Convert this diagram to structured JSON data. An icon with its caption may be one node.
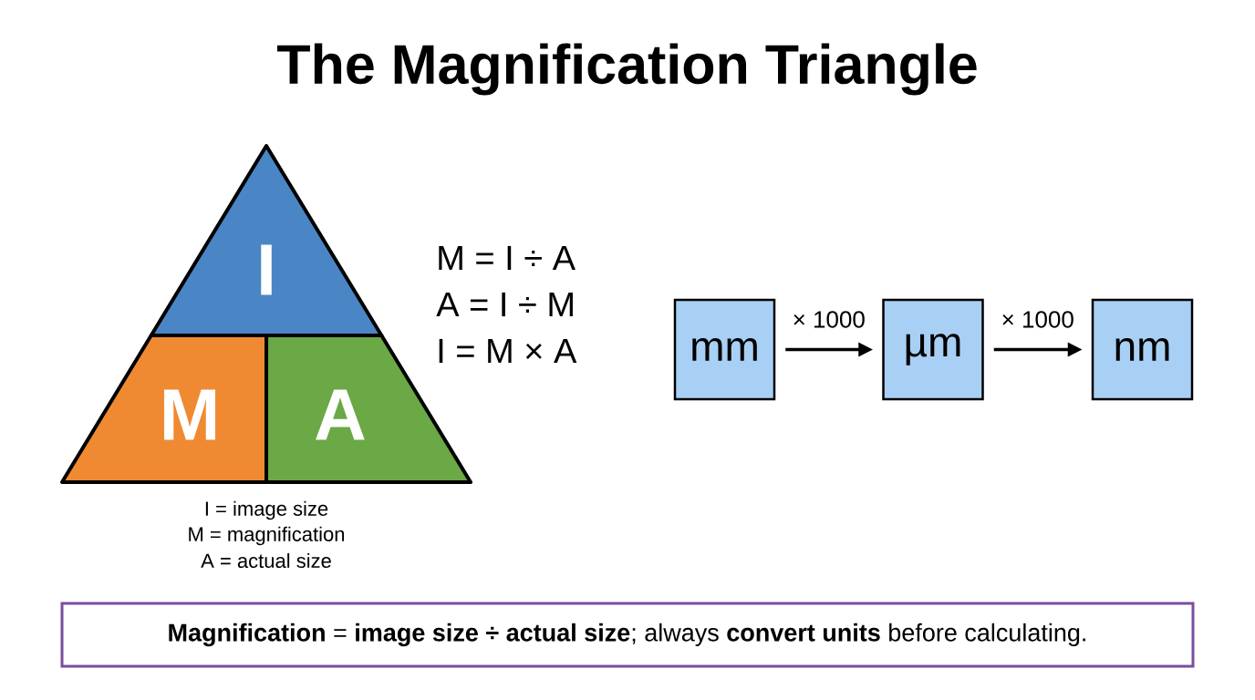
{
  "diagram": {
    "title": "The Magnification Triangle",
    "nodes": [
      {
        "text": [
          "I"
        ]
      },
      {
        "text": [
          "M"
        ]
      },
      {
        "text": [
          "A"
        ]
      },
      {
        "text": [
          "mm"
        ]
      },
      {
        "text": [
          "µm"
        ]
      },
      {
        "text": [
          "nm"
        ]
      },
      {
        "text": [
          "**Magnification** = **image size ÷ actual size**; always **convert units** before calculating."
        ]
      }
    ],
    "edges": [
      {
        "from": 3,
        "to": 4,
        "arrow": "to",
        "label": "× 1000"
      },
      {
        "from": 4,
        "to": 5,
        "arrow": "to",
        "label": "× 1000"
      }
    ],
    "labels": [
      "M = I ÷ A",
      "A = I ÷ M",
      "I = M × A",
      "I = image size",
      "M = magnification",
      "A = actual size"
    ]
  }
}
